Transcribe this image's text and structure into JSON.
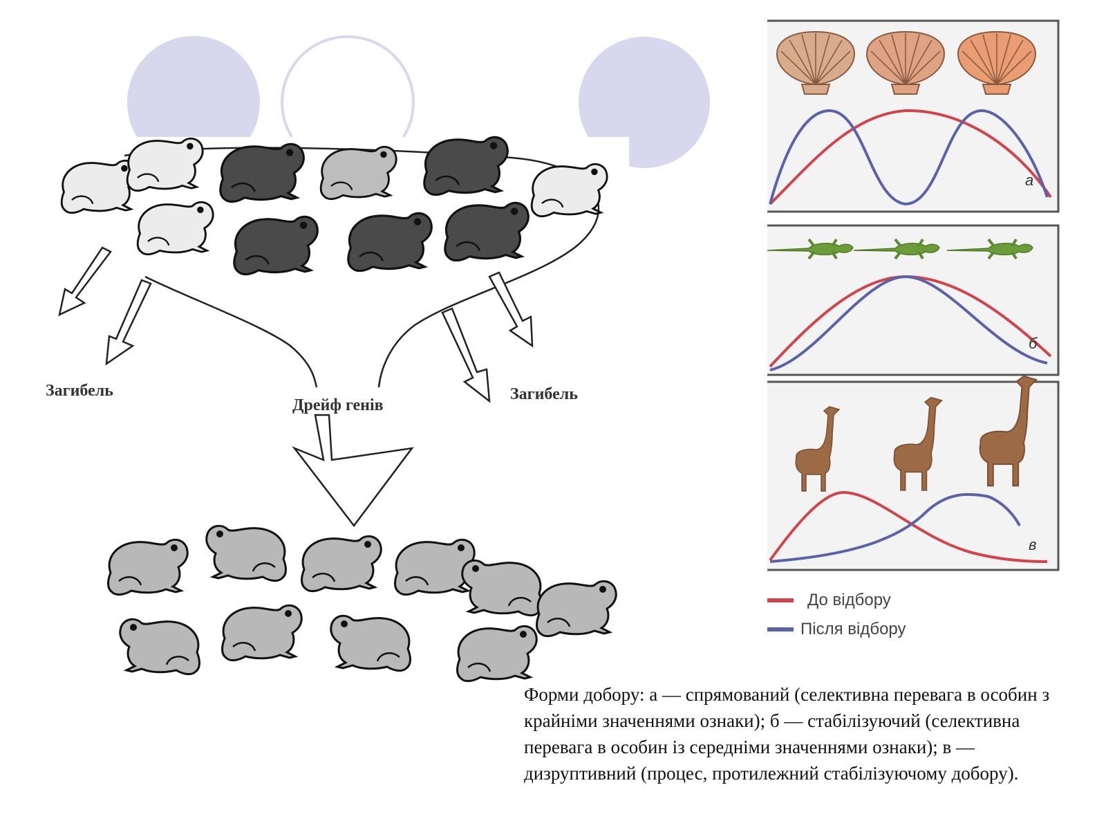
{
  "colors": {
    "deco_circle": "#d7d7ed",
    "frog_light": "#ececec",
    "frog_mid": "#bdbdbd",
    "frog_dark": "#4a4a4a",
    "frog_result": "#b8b8b8",
    "curve_before": "#d0454d",
    "curve_after": "#5c62a8",
    "panel_bg": "#f3f3f3",
    "panel_border": "#555555"
  },
  "icons": [
    "frog-icon",
    "shell-icon",
    "lizard-icon",
    "giraffe-icon",
    "arrow-icon"
  ],
  "drift_figure": {
    "death_left": "Загибель",
    "drift": "Дрейф генів",
    "death_right": "Загибель"
  },
  "selection_panels": [
    {
      "letter": "а"
    },
    {
      "letter": "б"
    },
    {
      "letter": "в"
    }
  ],
  "legend": {
    "before": "До відбору",
    "after": "Після відбору"
  },
  "caption": "Форми добору: а — спрямований (селективна перевага в особин з крайніми значеннями ознаки); б — стабілізуючий (селективна перевага в особин із середніми значеннями ознаки); в — дизруптивний (процес, протилежний стабілізуючому добору)."
}
